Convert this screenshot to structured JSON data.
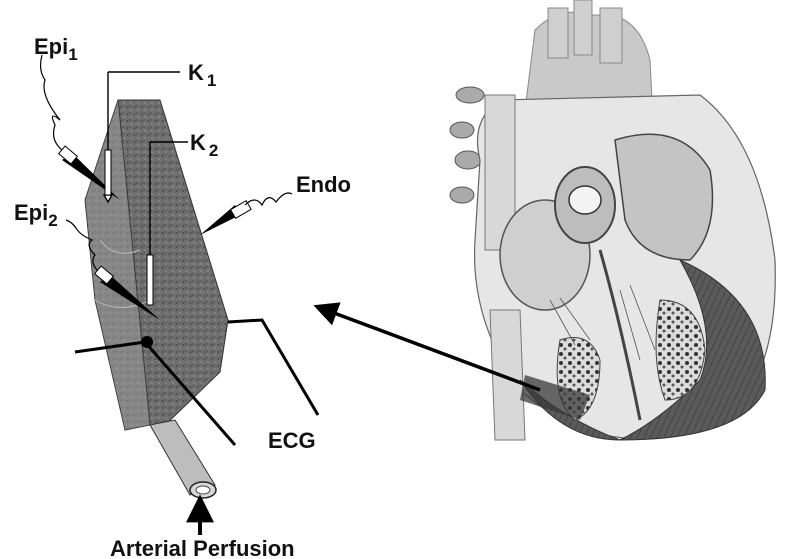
{
  "labels": {
    "epi1": {
      "base": "Epi",
      "sub": "1"
    },
    "k1": {
      "base": "K",
      "sub": "1"
    },
    "k2": {
      "base": "K",
      "sub": "2"
    },
    "endo": "Endo",
    "epi2": {
      "base": "Epi",
      "sub": "2"
    },
    "ecg": "ECG",
    "arterial_perfusion": "Arterial Perfusion"
  }
}
